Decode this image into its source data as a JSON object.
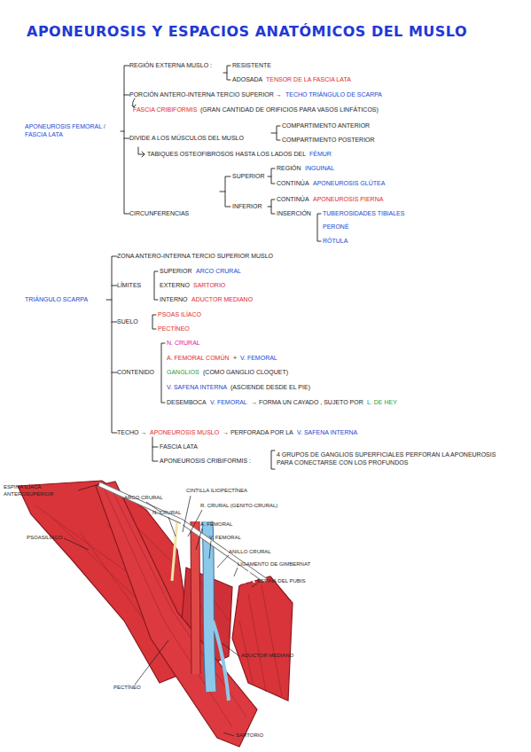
{
  "diagram": {
    "title": "APONEUROSIS Y ESPACIOS ANATÓMICOS DEL MUSLO",
    "labels": [
      "APONEUROSIS FEMORAL / FASCIA LATA",
      "REGIÓN EXTERNA MUSLO :",
      "RESISTENTE",
      "ADOSADA",
      "TENSOR DE LA FASCIA LATA",
      "PORCIÓN ANTERO-INTERNA TERCIO SUPERIOR →",
      "TECHO TRIÁNGULO DE SCARPA",
      "FASCIA CRIBIFORMIS",
      "(GRAN CANTIDAD DE ORIFICIOS PARA VASOS LINFÁTICOS)",
      "DIVIDE A LOS MÚSCULOS DEL MUSLO",
      "COMPARTIMENTO ANTERIOR",
      "COMPARTIMENTO POSTERIOR",
      "TABIQUES OSTEOFIBROSOS HASTA LOS LADOS DEL",
      "FÉMUR",
      "SUPERIOR",
      "REGIÓN",
      "INGUINAL",
      "CONTINÚA",
      "APONEUROSIS GLÚTEA",
      "CIRCUNFERENCIAS",
      "INFERIOR",
      "CONTINÚA",
      "APONEUROSIS PIERNA",
      "INSERCIÓN",
      "TUBEROSIDADES TIBIALES",
      "PERONÉ",
      "RÓTULA",
      "TRIÁNGULO SCARPA",
      "ZONA ANTERO-INTERNA TERCIO SUPERIOR MUSLO",
      "LÍMITES",
      "SUPERIOR",
      "ARCO CRURAL",
      "EXTERNO",
      "SARTORIO",
      "INTERNO",
      "ADUCTOR MEDIANO",
      "SUELO",
      "PSOAS ILÍACO",
      "PECTÍNEO",
      "CONTENIDO",
      "N. CRURAL",
      "A. FEMORAL COMÚN",
      "+",
      "V. FEMORAL",
      "GANGLIOS",
      "(COMO GANGLIO CLOQUET)",
      "V. SAFENA INTERNA",
      "(ASCIENDE DESDE EL PIE)",
      "DESEMBOCA",
      "V. FEMORAL",
      "→ FORMA UN CAYADO , SUJETO POR",
      "L. DE HEY",
      "TECHO →",
      "APONEUROSIS MUSLO",
      "→ PERFORADA POR LA",
      "V. SAFENA INTERNA",
      "FASCIA LATA",
      "APONEUROSIS CRIBIFORMIS :",
      "4 GRUPOS DE GANGLIOS SUPERFICIALES PERFORAN LA APONEUROSIS PARA CONECTARSE CON LOS PROFUNDOS",
      "ESPINA ILÍACA ANTEROSUPERIOR",
      "PSOASILÍACO",
      "ARCO CRURAL",
      "N. CRURAL",
      "CINTILLA ILIOPECTÍNEA",
      "R. CRURAL (GENITO-CRURAL)",
      "A. FEMORAL",
      "V. FEMORAL",
      "ANILLO CRURAL",
      "LIGAMENTO DE GIMBERNAT",
      "ESPINA DEL PUBIS",
      "ADUCTOR MEDIANO",
      "PECTÍNEO",
      "SARTORIO"
    ]
  }
}
